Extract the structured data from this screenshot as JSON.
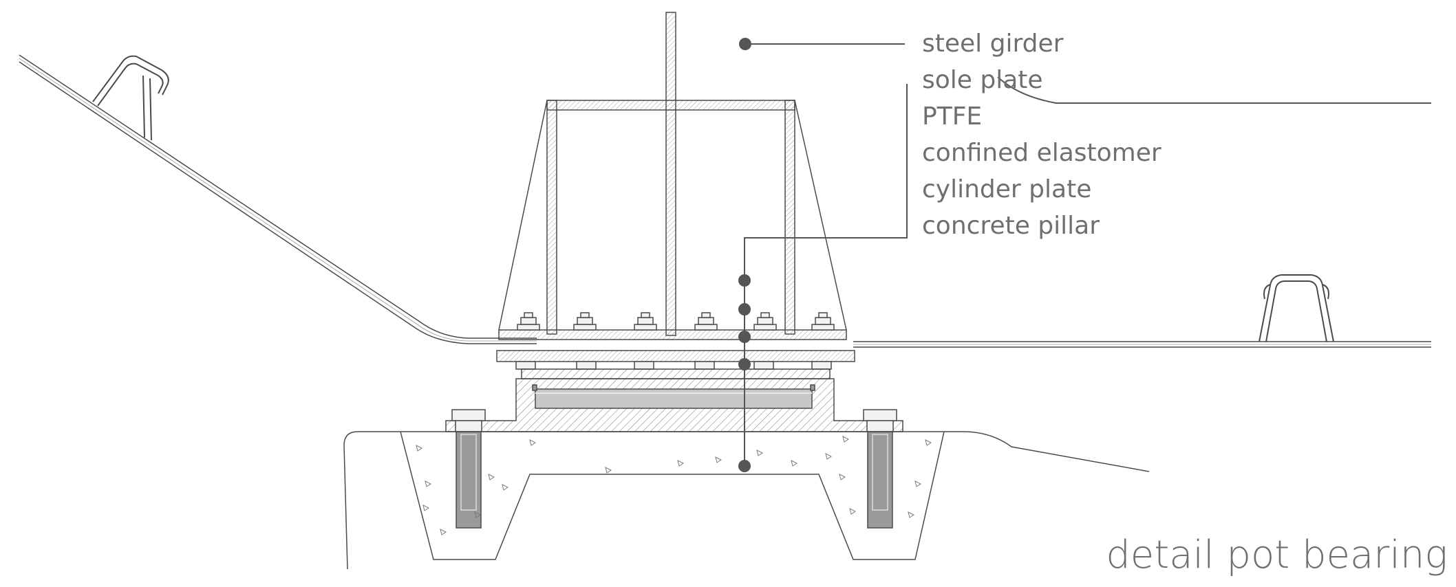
{
  "labels": {
    "steel_girder": "steel girder",
    "sole_plate": "sole plate",
    "ptfe": "PTFE",
    "confined_elastomer": "confined elastomer",
    "cylinder_plate": "cylinder plate",
    "concrete_pillar": "concrete pillar"
  },
  "title": "detail pot bearing",
  "colors": {
    "line": "#4a4a4a",
    "leader": "#555555",
    "marker": "#555555",
    "elastomer_fill": "#c8c8c8",
    "bolt_fill": "#9a9a9a",
    "text": "#6f6f6f"
  }
}
